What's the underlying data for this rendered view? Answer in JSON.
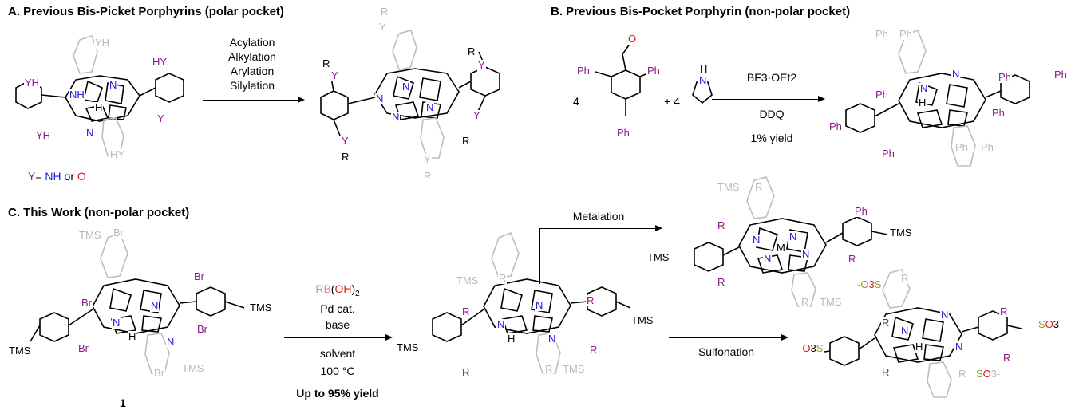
{
  "colors": {
    "purple": "#8b1a8b",
    "blue": "#1a1ad8",
    "red": "#e01818",
    "gray": "#b9b9b9"
  },
  "panel_a": {
    "title": "A. Previous Bis-Picket Porphyrins (polar pocket)",
    "conditions": [
      "Acylation",
      "Alkylation",
      "Arylation",
      "Silylation"
    ],
    "legend": {
      "y": "Y",
      "eq": "= ",
      "nh": "NH",
      "or": " or ",
      "o": "O"
    },
    "atoms": {
      "y": "Y",
      "yh": "YH",
      "hy": "HY",
      "nh": "NH",
      "n": "N",
      "h": "H",
      "r": "R"
    }
  },
  "panel_b": {
    "title": "B. Previous Bis-Pocket Porphyrin (non-polar pocket)",
    "coef_aldehyde": "4",
    "plus": "+ 4",
    "reagent": "BF3·OEt2",
    "oxidant": "DDQ",
    "yield": "1% yield",
    "atoms": {
      "ph": "Ph",
      "o": "O",
      "nh": "N",
      "h": "H",
      "n": "N"
    }
  },
  "panel_c": {
    "title": "C. This Work (non-polar pocket)",
    "conditions": [
      "RB(OH)2",
      "Pd cat.",
      "base",
      "solvent",
      "100 °C"
    ],
    "yield": "Up to 95% yield",
    "compound_number": "1",
    "metalation": "Metalation",
    "sulfonation": "Sulfonation",
    "atoms": {
      "tms": "TMS",
      "br": "Br",
      "r": "R",
      "n": "N",
      "h": "H",
      "m": "M",
      "ph": "Ph",
      "so3": "SO3-",
      "o3s": "-O3S"
    }
  }
}
